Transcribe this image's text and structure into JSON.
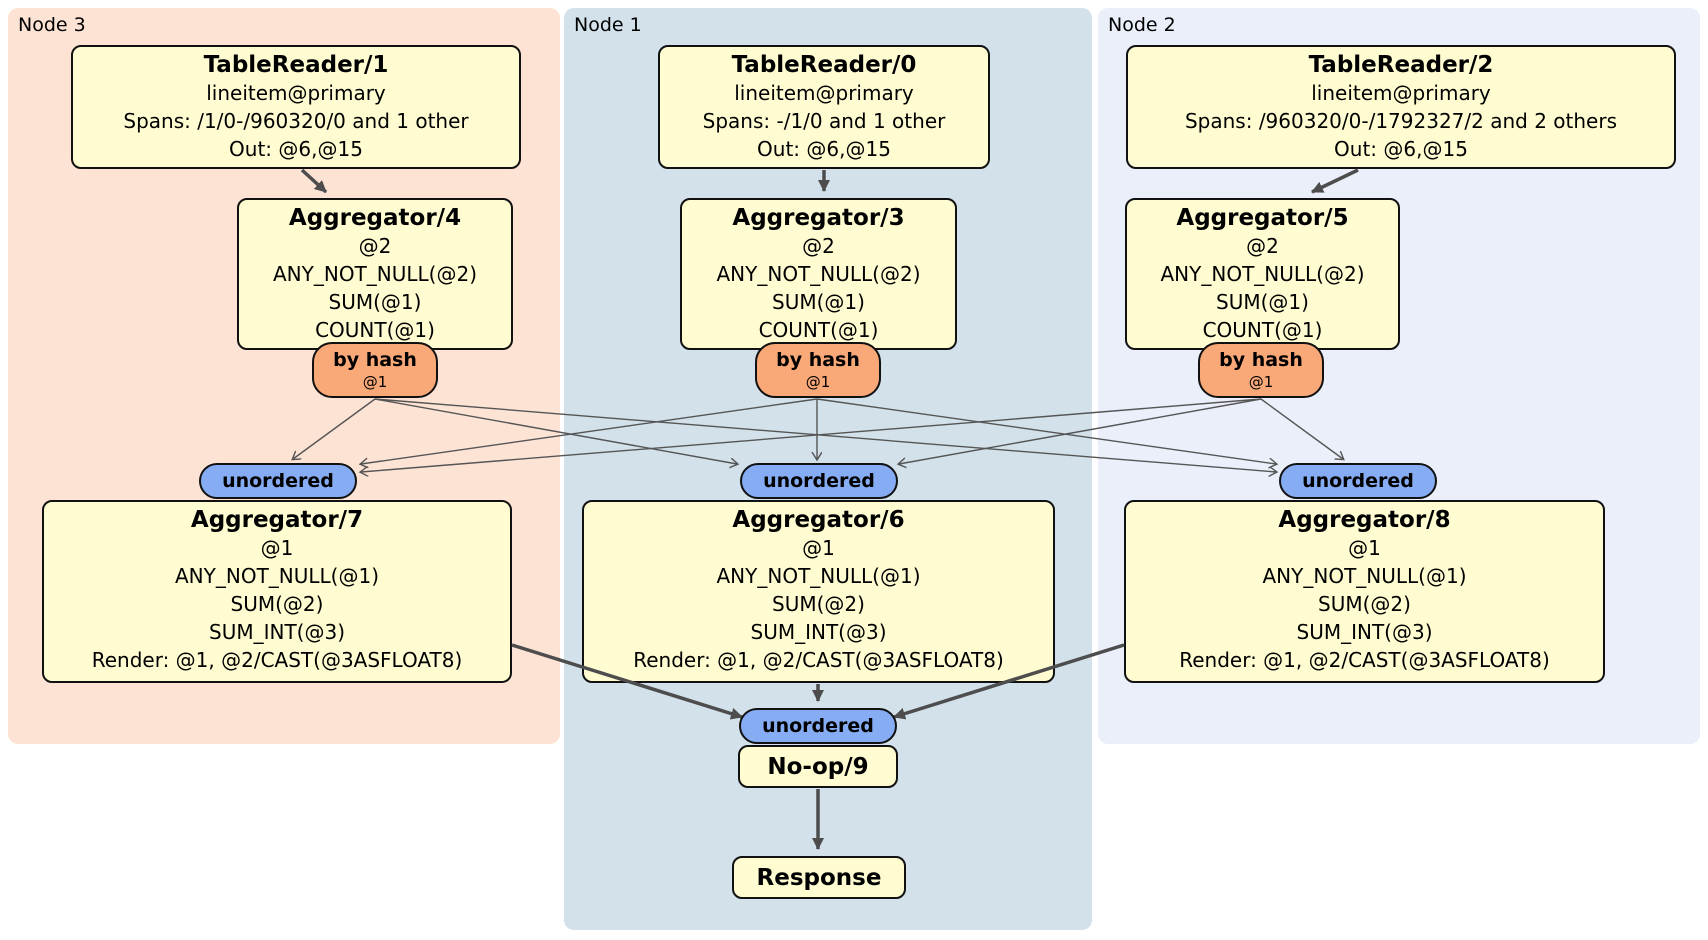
{
  "regions": [
    {
      "label": "Node 3"
    },
    {
      "label": "Node 1"
    },
    {
      "label": "Node 2"
    }
  ],
  "processors": {
    "tablereader1": {
      "title": "TableReader/1",
      "lines": [
        "lineitem@primary",
        "Spans: /1/0-/960320/0 and 1 other",
        "Out: @6,@15"
      ]
    },
    "tablereader0": {
      "title": "TableReader/0",
      "lines": [
        "lineitem@primary",
        "Spans: -/1/0 and 1 other",
        "Out: @6,@15"
      ]
    },
    "tablereader2": {
      "title": "TableReader/2",
      "lines": [
        "lineitem@primary",
        "Spans: /960320/0-/1792327/2 and 2 others",
        "Out: @6,@15"
      ]
    },
    "aggregator4": {
      "title": "Aggregator/4",
      "lines": [
        "@2",
        "ANY_NOT_NULL(@2)",
        "SUM(@1)",
        "COUNT(@1)"
      ]
    },
    "aggregator3": {
      "title": "Aggregator/3",
      "lines": [
        "@2",
        "ANY_NOT_NULL(@2)",
        "SUM(@1)",
        "COUNT(@1)"
      ]
    },
    "aggregator5": {
      "title": "Aggregator/5",
      "lines": [
        "@2",
        "ANY_NOT_NULL(@2)",
        "SUM(@1)",
        "COUNT(@1)"
      ]
    },
    "aggregator7": {
      "title": "Aggregator/7",
      "lines": [
        "@1",
        "ANY_NOT_NULL(@1)",
        "SUM(@2)",
        "SUM_INT(@3)",
        "Render: @1, @2/CAST(@3ASFLOAT8)"
      ]
    },
    "aggregator6": {
      "title": "Aggregator/6",
      "lines": [
        "@1",
        "ANY_NOT_NULL(@1)",
        "SUM(@2)",
        "SUM_INT(@3)",
        "Render: @1, @2/CAST(@3ASFLOAT8)"
      ]
    },
    "aggregator8": {
      "title": "Aggregator/8",
      "lines": [
        "@1",
        "ANY_NOT_NULL(@1)",
        "SUM(@2)",
        "SUM_INT(@3)",
        "Render: @1, @2/CAST(@3ASFLOAT8)"
      ]
    },
    "noop9": {
      "title": "No-op/9"
    },
    "response": {
      "title": "Response"
    }
  },
  "routers": {
    "by_hash": {
      "label": "by hash",
      "detail": "@1"
    }
  },
  "streams": {
    "unordered_label": "unordered"
  },
  "colors": {
    "node3_bg": "#fde3d4",
    "node1_bg": "#d2e1ea",
    "node2_bg": "#eaeffa",
    "box_fill": "#fefcd0",
    "box_border": "#111111",
    "by_hash_fill": "#f9a877",
    "unordered_fill": "#86acf3",
    "edge_color": "#4d4d4d"
  }
}
